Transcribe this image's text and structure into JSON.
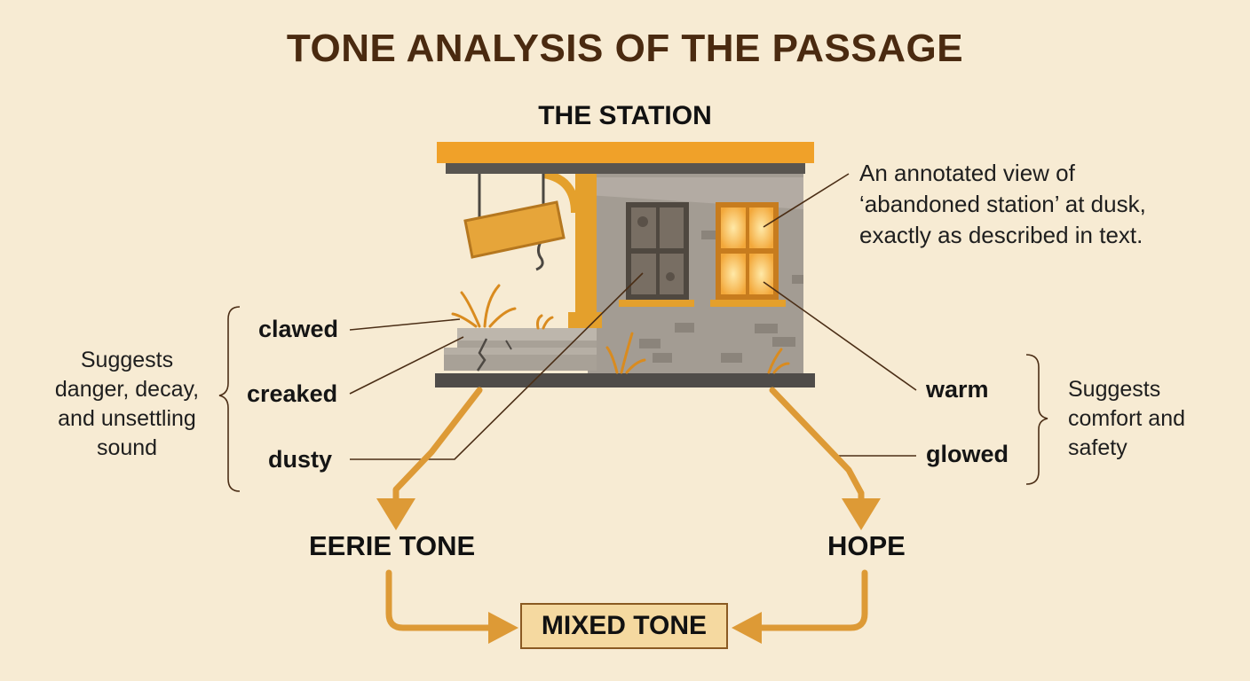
{
  "title": "TONE ANALYSIS OF THE PASSAGE",
  "subtitle": "THE STATION",
  "description": [
    "An annotated view of",
    "‘abandoned station’ at dusk,",
    "exactly as described in text."
  ],
  "left_words": [
    "clawed",
    "creaked",
    "dusty"
  ],
  "left_suggestion": [
    "Suggests",
    "danger, decay,",
    "and unsettling",
    "sound"
  ],
  "right_words": [
    "warm",
    "glowed"
  ],
  "right_suggestion": [
    "Suggests",
    "comfort and",
    "safety"
  ],
  "left_tone": "EERIE TONE",
  "right_tone": "HOPE",
  "result_tone": "MIXED TONE",
  "colors": {
    "background": "#f7ebd3",
    "accent": "#e4a02c",
    "title": "#4a2a10",
    "wall": "#9e978f",
    "window_glow": "#ffc45a"
  }
}
